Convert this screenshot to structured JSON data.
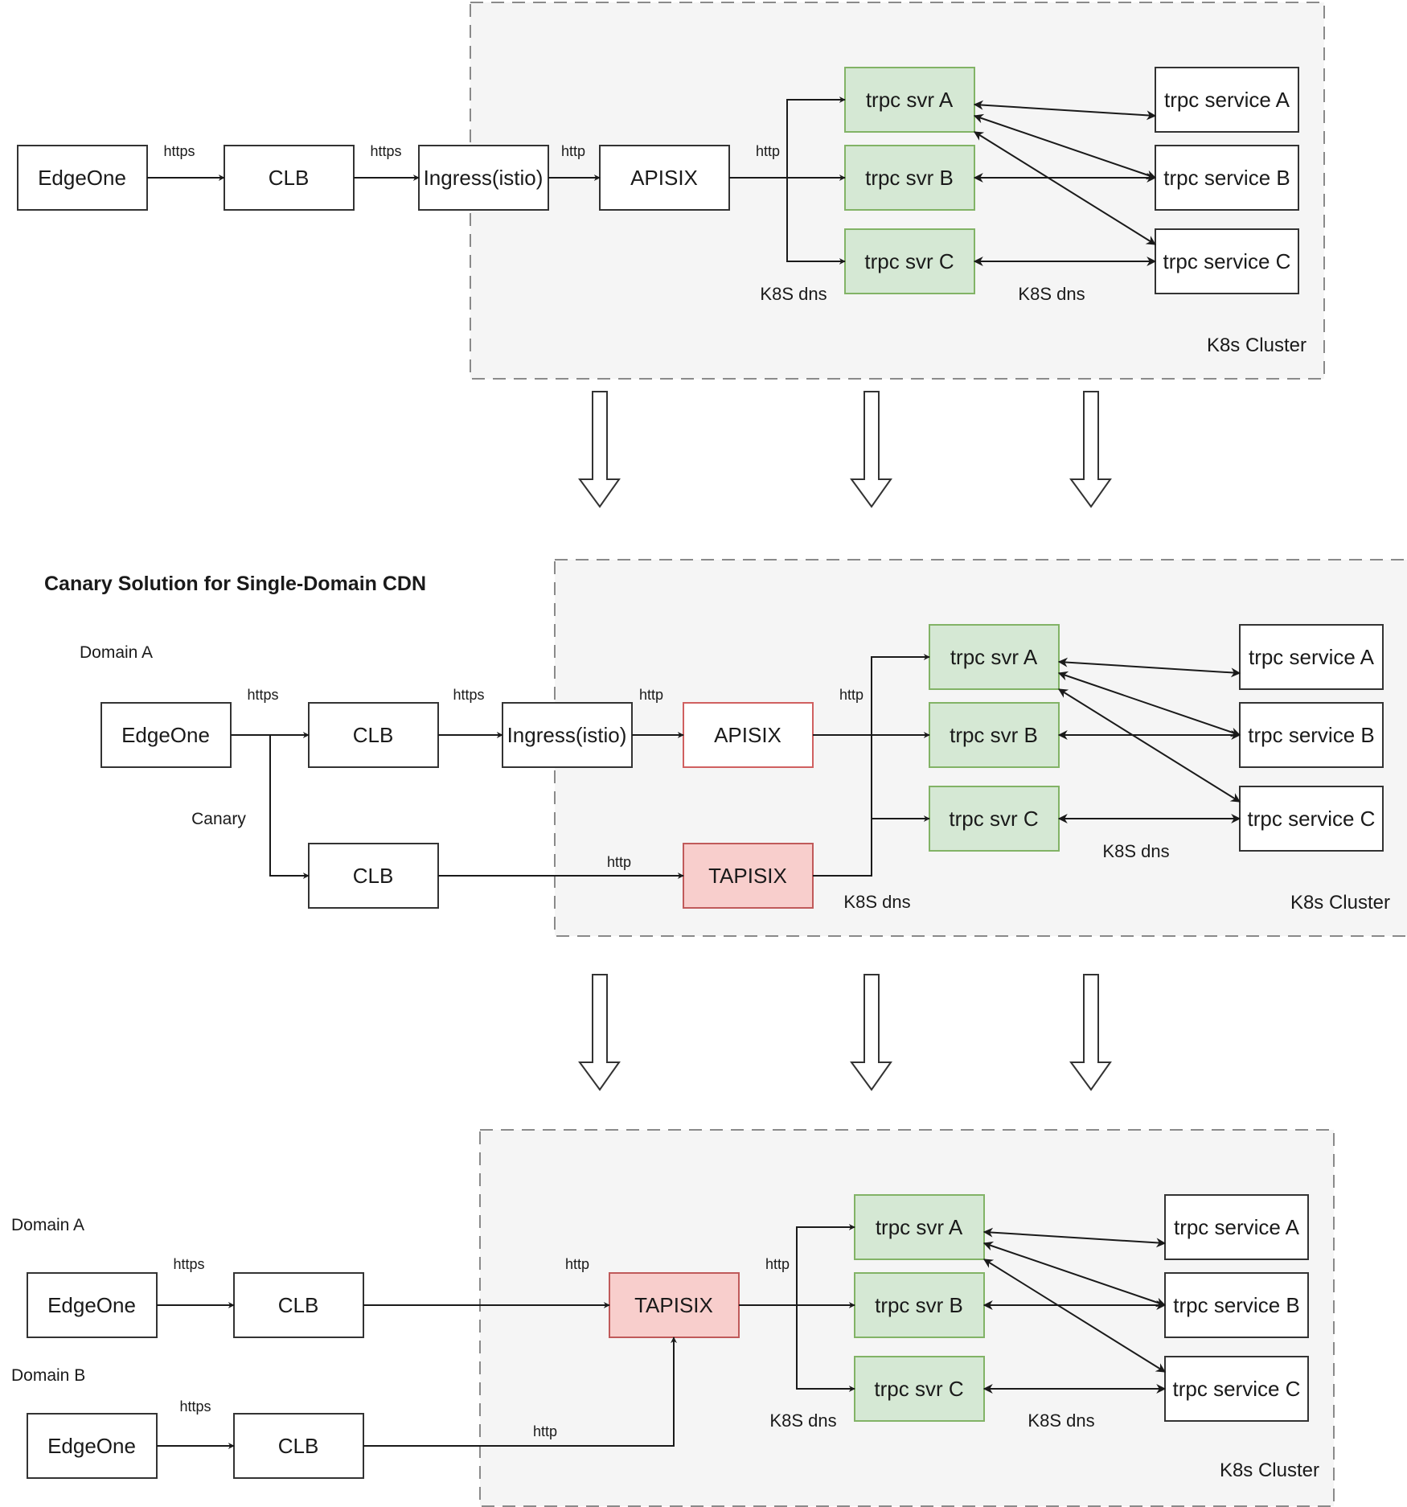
{
  "colors": {
    "cluster_fill": "#f5f5f5",
    "service_green_fill": "#d5e8d4",
    "service_green_stroke": "#82b366",
    "tapisix_fill": "#f8cecc",
    "apisix_outline": "#d06060"
  },
  "diagram1": {
    "edgeone": "EdgeOne",
    "clb": "CLB",
    "ingress": "Ingress(istio)",
    "apisix": "APISIX",
    "svr_a": "trpc svr A",
    "svr_b": "trpc svr B",
    "svr_c": "trpc svr C",
    "svc_a": "trpc service A",
    "svc_b": "trpc service B",
    "svc_c": "trpc service C",
    "https_1": "https",
    "https_2": "https",
    "http_1": "http",
    "http_2": "http",
    "dns_1": "K8S dns",
    "dns_2": "K8S dns",
    "cluster": "K8s Cluster"
  },
  "diagram2": {
    "title": "Canary Solution for Single-Domain CDN",
    "domain_a": "Domain A",
    "edgeone": "EdgeOne",
    "clb": "CLB",
    "clb_canary": "CLB",
    "ingress": "Ingress(istio)",
    "apisix": "APISIX",
    "tapisix": "TAPISIX",
    "svr_a": "trpc svr A",
    "svr_b": "trpc svr B",
    "svr_c": "trpc svr C",
    "svc_a": "trpc service A",
    "svc_b": "trpc service B",
    "svc_c": "trpc service C",
    "https_1": "https",
    "https_2": "https",
    "http_1": "http",
    "http_2": "http",
    "http_canary": "http",
    "canary": "Canary",
    "dns_1": "K8S dns",
    "dns_2": "K8S dns",
    "cluster": "K8s Cluster"
  },
  "diagram3": {
    "domain_a": "Domain A",
    "domain_b": "Domain B",
    "edgeone_a": "EdgeOne",
    "edgeone_b": "EdgeOne",
    "clb_a": "CLB",
    "clb_b": "CLB",
    "tapisix": "TAPISIX",
    "svr_a": "trpc svr A",
    "svr_b": "trpc svr B",
    "svr_c": "trpc svr C",
    "svc_a": "trpc service A",
    "svc_b": "trpc service B",
    "svc_c": "trpc service C",
    "https_a": "https",
    "https_b": "https",
    "http_a": "http",
    "http_b": "http",
    "http_out": "http",
    "dns_1": "K8S dns",
    "dns_2": "K8S dns",
    "cluster": "K8s Cluster"
  }
}
